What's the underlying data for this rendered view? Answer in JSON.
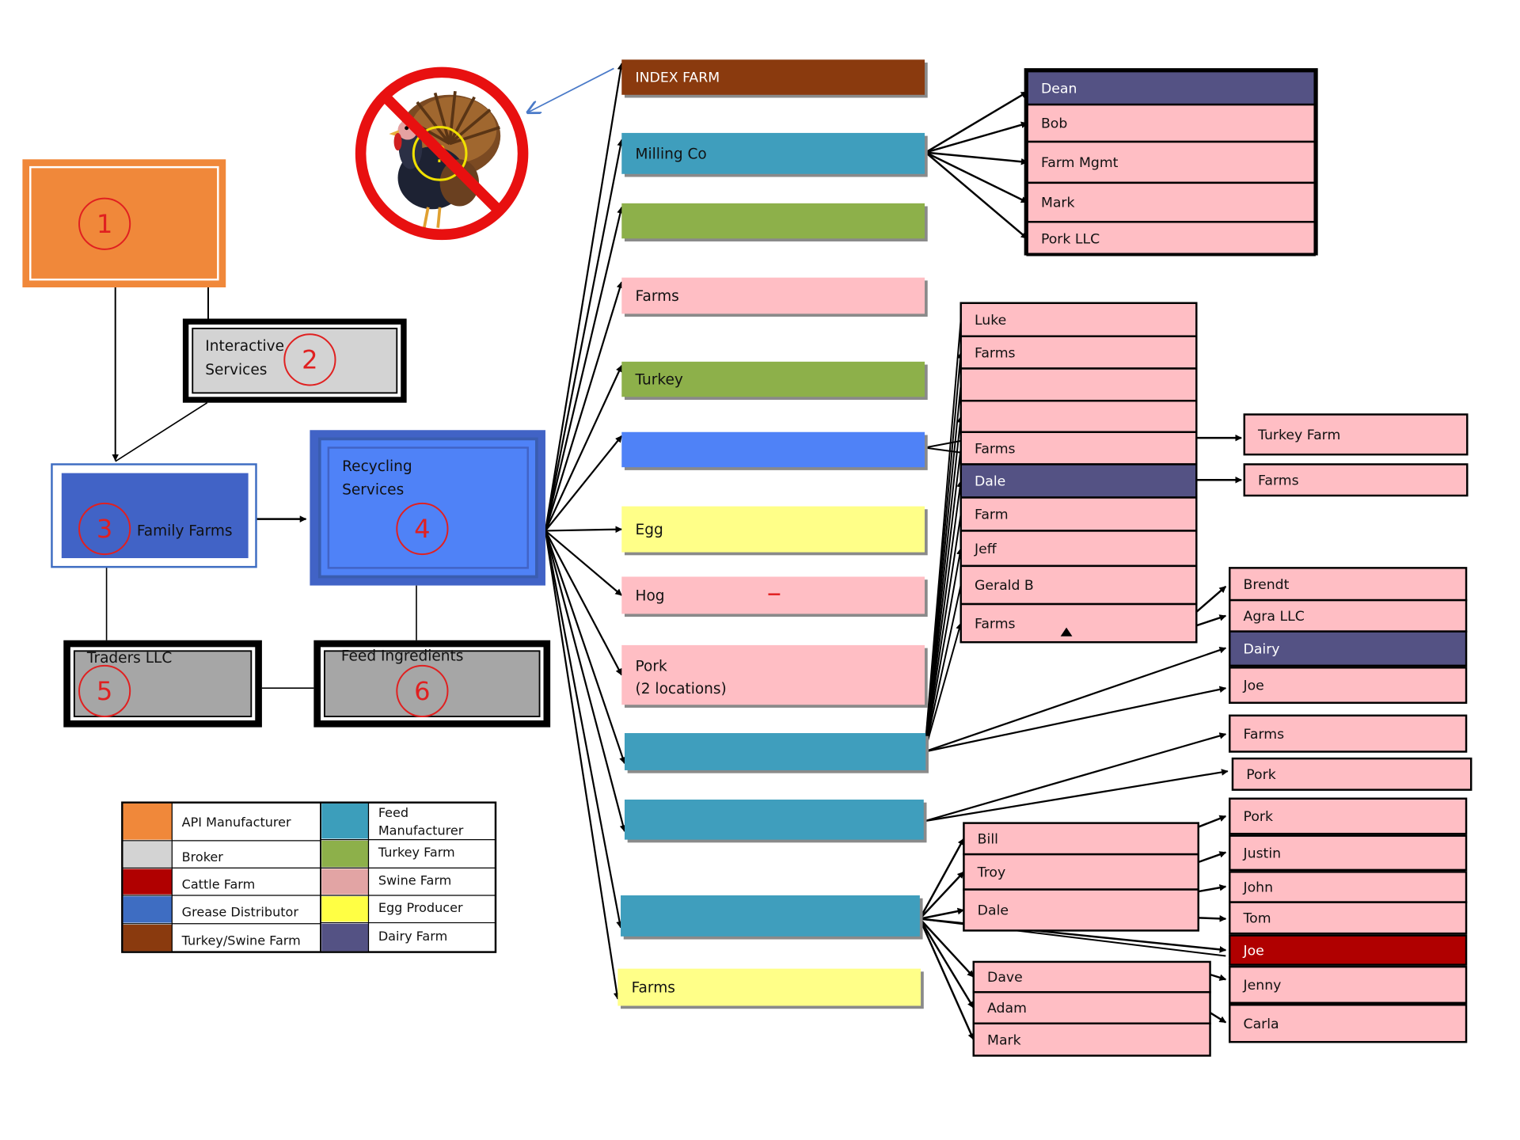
{
  "left_cluster": {
    "nodes": [
      {
        "id": "n1",
        "label": "",
        "number": "1"
      },
      {
        "id": "n2",
        "label_lines": [
          "Interactive",
          "Services"
        ],
        "number": "2"
      },
      {
        "id": "n3",
        "label": "Family Farms",
        "number": "3"
      },
      {
        "id": "n4",
        "label_lines": [
          "Recycling",
          "Services"
        ],
        "number": "4"
      },
      {
        "id": "n5",
        "label": "Traders LLC",
        "number": "5"
      },
      {
        "id": "n6",
        "label": "Feed Ingredients",
        "number": "6"
      }
    ]
  },
  "middle_column": [
    {
      "label": "INDEX FARM",
      "type": "Turkey/Swine Farm"
    },
    {
      "label": "Milling Co",
      "type": "Feed Manufacturer"
    },
    {
      "label": "",
      "type": "Turkey Farm"
    },
    {
      "label": "Farms",
      "type": "Swine Farm"
    },
    {
      "label": "Turkey",
      "type": "Turkey Farm"
    },
    {
      "label": "",
      "type": "Grease Distributor"
    },
    {
      "label": "Egg",
      "type": "Egg Producer"
    },
    {
      "label": "Hog",
      "type": "Swine Farm"
    },
    {
      "label": "Pork\n(2 locations)",
      "type": "Swine Farm"
    },
    {
      "label": "",
      "type": "Feed Manufacturer"
    },
    {
      "label": "",
      "type": "Feed Manufacturer"
    },
    {
      "label": "",
      "type": "Feed Manufacturer"
    },
    {
      "label": "Farms",
      "type": "Egg Producer"
    }
  ],
  "milling_group": [
    {
      "label": "Dean",
      "type": "Dairy Farm"
    },
    {
      "label": "Bob",
      "type": "Swine Farm"
    },
    {
      "label": "Farm Mgmt",
      "type": "Swine Farm"
    },
    {
      "label": "Mark",
      "type": "Swine Farm"
    },
    {
      "label": "Pork LLC",
      "type": "Swine Farm"
    }
  ],
  "blue_group": [
    {
      "label": "Luke",
      "type": "Swine Farm"
    },
    {
      "label": "Farms",
      "type": "Swine Farm"
    },
    {
      "label": "",
      "type": "Swine Farm"
    },
    {
      "label": "",
      "type": "Swine Farm"
    },
    {
      "label": "Farms",
      "type": "Swine Farm"
    },
    {
      "label": "Dale",
      "type": "Dairy Farm"
    },
    {
      "label": "Farm",
      "type": "Swine Farm"
    },
    {
      "label": "Jeff",
      "type": "Swine Farm"
    },
    {
      "label": "Gerald B",
      "type": "Swine Farm"
    },
    {
      "label": "Farms",
      "type": "Swine Farm"
    }
  ],
  "far_right_upper": [
    {
      "label": "Turkey Farm",
      "type": "Swine Farm"
    },
    {
      "label": "Farms",
      "type": "Swine Farm"
    }
  ],
  "far_right_middle": [
    {
      "label": "Brendt",
      "type": "Swine Farm"
    },
    {
      "label": "Agra LLC",
      "type": "Swine Farm"
    },
    {
      "label": "Dairy",
      "type": "Dairy Farm"
    },
    {
      "label": "Joe",
      "type": "Swine Farm"
    },
    {
      "label": "Farms",
      "type": "Swine Farm"
    },
    {
      "label": "Pork",
      "type": "Swine Farm"
    }
  ],
  "bottom_group_a": [
    {
      "label": "Bill",
      "type": "Swine Farm"
    },
    {
      "label": "Troy",
      "type": "Swine Farm"
    },
    {
      "label": "Dale",
      "type": "Swine Farm"
    }
  ],
  "bottom_group_b": [
    {
      "label": "Dave",
      "type": "Swine Farm"
    },
    {
      "label": "Adam",
      "type": "Swine Farm"
    },
    {
      "label": "Mark",
      "type": "Swine Farm"
    }
  ],
  "far_right_lower": [
    {
      "label": "Pork",
      "type": "Swine Farm"
    },
    {
      "label": "Justin",
      "type": "Swine Farm"
    },
    {
      "label": "John",
      "type": "Swine Farm"
    },
    {
      "label": "Tom",
      "type": "Swine Farm"
    },
    {
      "label": "Joe",
      "type": "Cattle Farm"
    },
    {
      "label": "Jenny",
      "type": "Swine Farm"
    },
    {
      "label": "Carla",
      "type": "Swine Farm"
    }
  ],
  "legend": [
    {
      "label": "API Manufacturer",
      "color": "#F0883A"
    },
    {
      "label": "Broker",
      "color": "#D3D3D3"
    },
    {
      "label": "Cattle Farm",
      "color": "#B00000"
    },
    {
      "label": "Grease Distributor",
      "color": "#3E6DC2"
    },
    {
      "label": "Turkey/Swine Farm",
      "color": "#8A3A0E"
    },
    {
      "label": "Feed\nManufacturer",
      "color": "#3C9EBB"
    },
    {
      "label": "Turkey Farm",
      "color": "#8DB04A"
    },
    {
      "label": "Swine Farm",
      "color": "#E2A4A4"
    },
    {
      "label": "Egg Producer",
      "color": "#FFFF44"
    },
    {
      "label": "Dairy Farm",
      "color": "#545284"
    }
  ],
  "question_mark": "?",
  "colors": {
    "api": "#F0883A",
    "broker": "#D3D3D3",
    "broker_dark": "#A6A6A6",
    "grease": "#4F82F7",
    "grease_dark": "#4163C6",
    "turkey_swine": "#8A3A0E",
    "feed": "#3F9EBD",
    "turkey": "#8DB04A",
    "swine": "#FFBEC4",
    "egg": "#FFFF88",
    "dairy": "#545284",
    "cattle": "#B00000",
    "circle_red": "#E02020",
    "ban_red": "#E81010"
  }
}
